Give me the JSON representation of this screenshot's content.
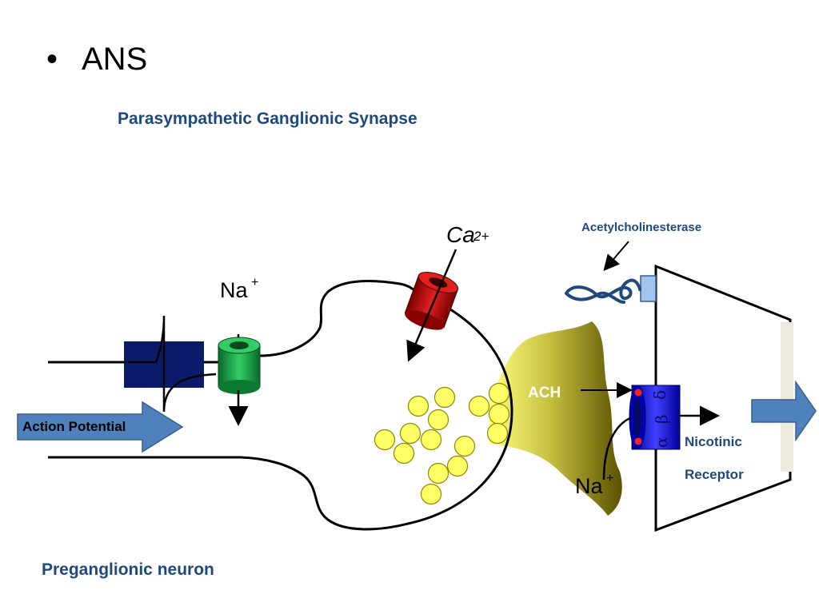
{
  "slide": {
    "bullet": "•",
    "heading": "ANS",
    "subtitle": "Parasympathetic Ganglionic Synapse",
    "footer": "Preganglionic neuron"
  },
  "diagram": {
    "labels": {
      "action_potential": "Action Potential",
      "sodium_left": "Na",
      "sodium_left_charge": "+",
      "calcium": "Ca",
      "calcium_charge": "2+",
      "enzyme": "Acetylcholinesterase",
      "transmitter": "ACH",
      "receptor_line1": "Nicotinic",
      "receptor_line2": "Receptor",
      "sodium_right": "Na",
      "sodium_right_charge": "+",
      "alpha": "α",
      "beta": "β",
      "delta": "δ"
    },
    "colors": {
      "title_blue": "#1f497d",
      "sodium_channel": "#22a04a",
      "calcium_channel": "#c00000",
      "receptor": "#1a1aff",
      "vesicle": "#ffff66",
      "cleft": "#c8c040",
      "block": "#0c1a6b",
      "arrow": "#4f81bd"
    }
  }
}
